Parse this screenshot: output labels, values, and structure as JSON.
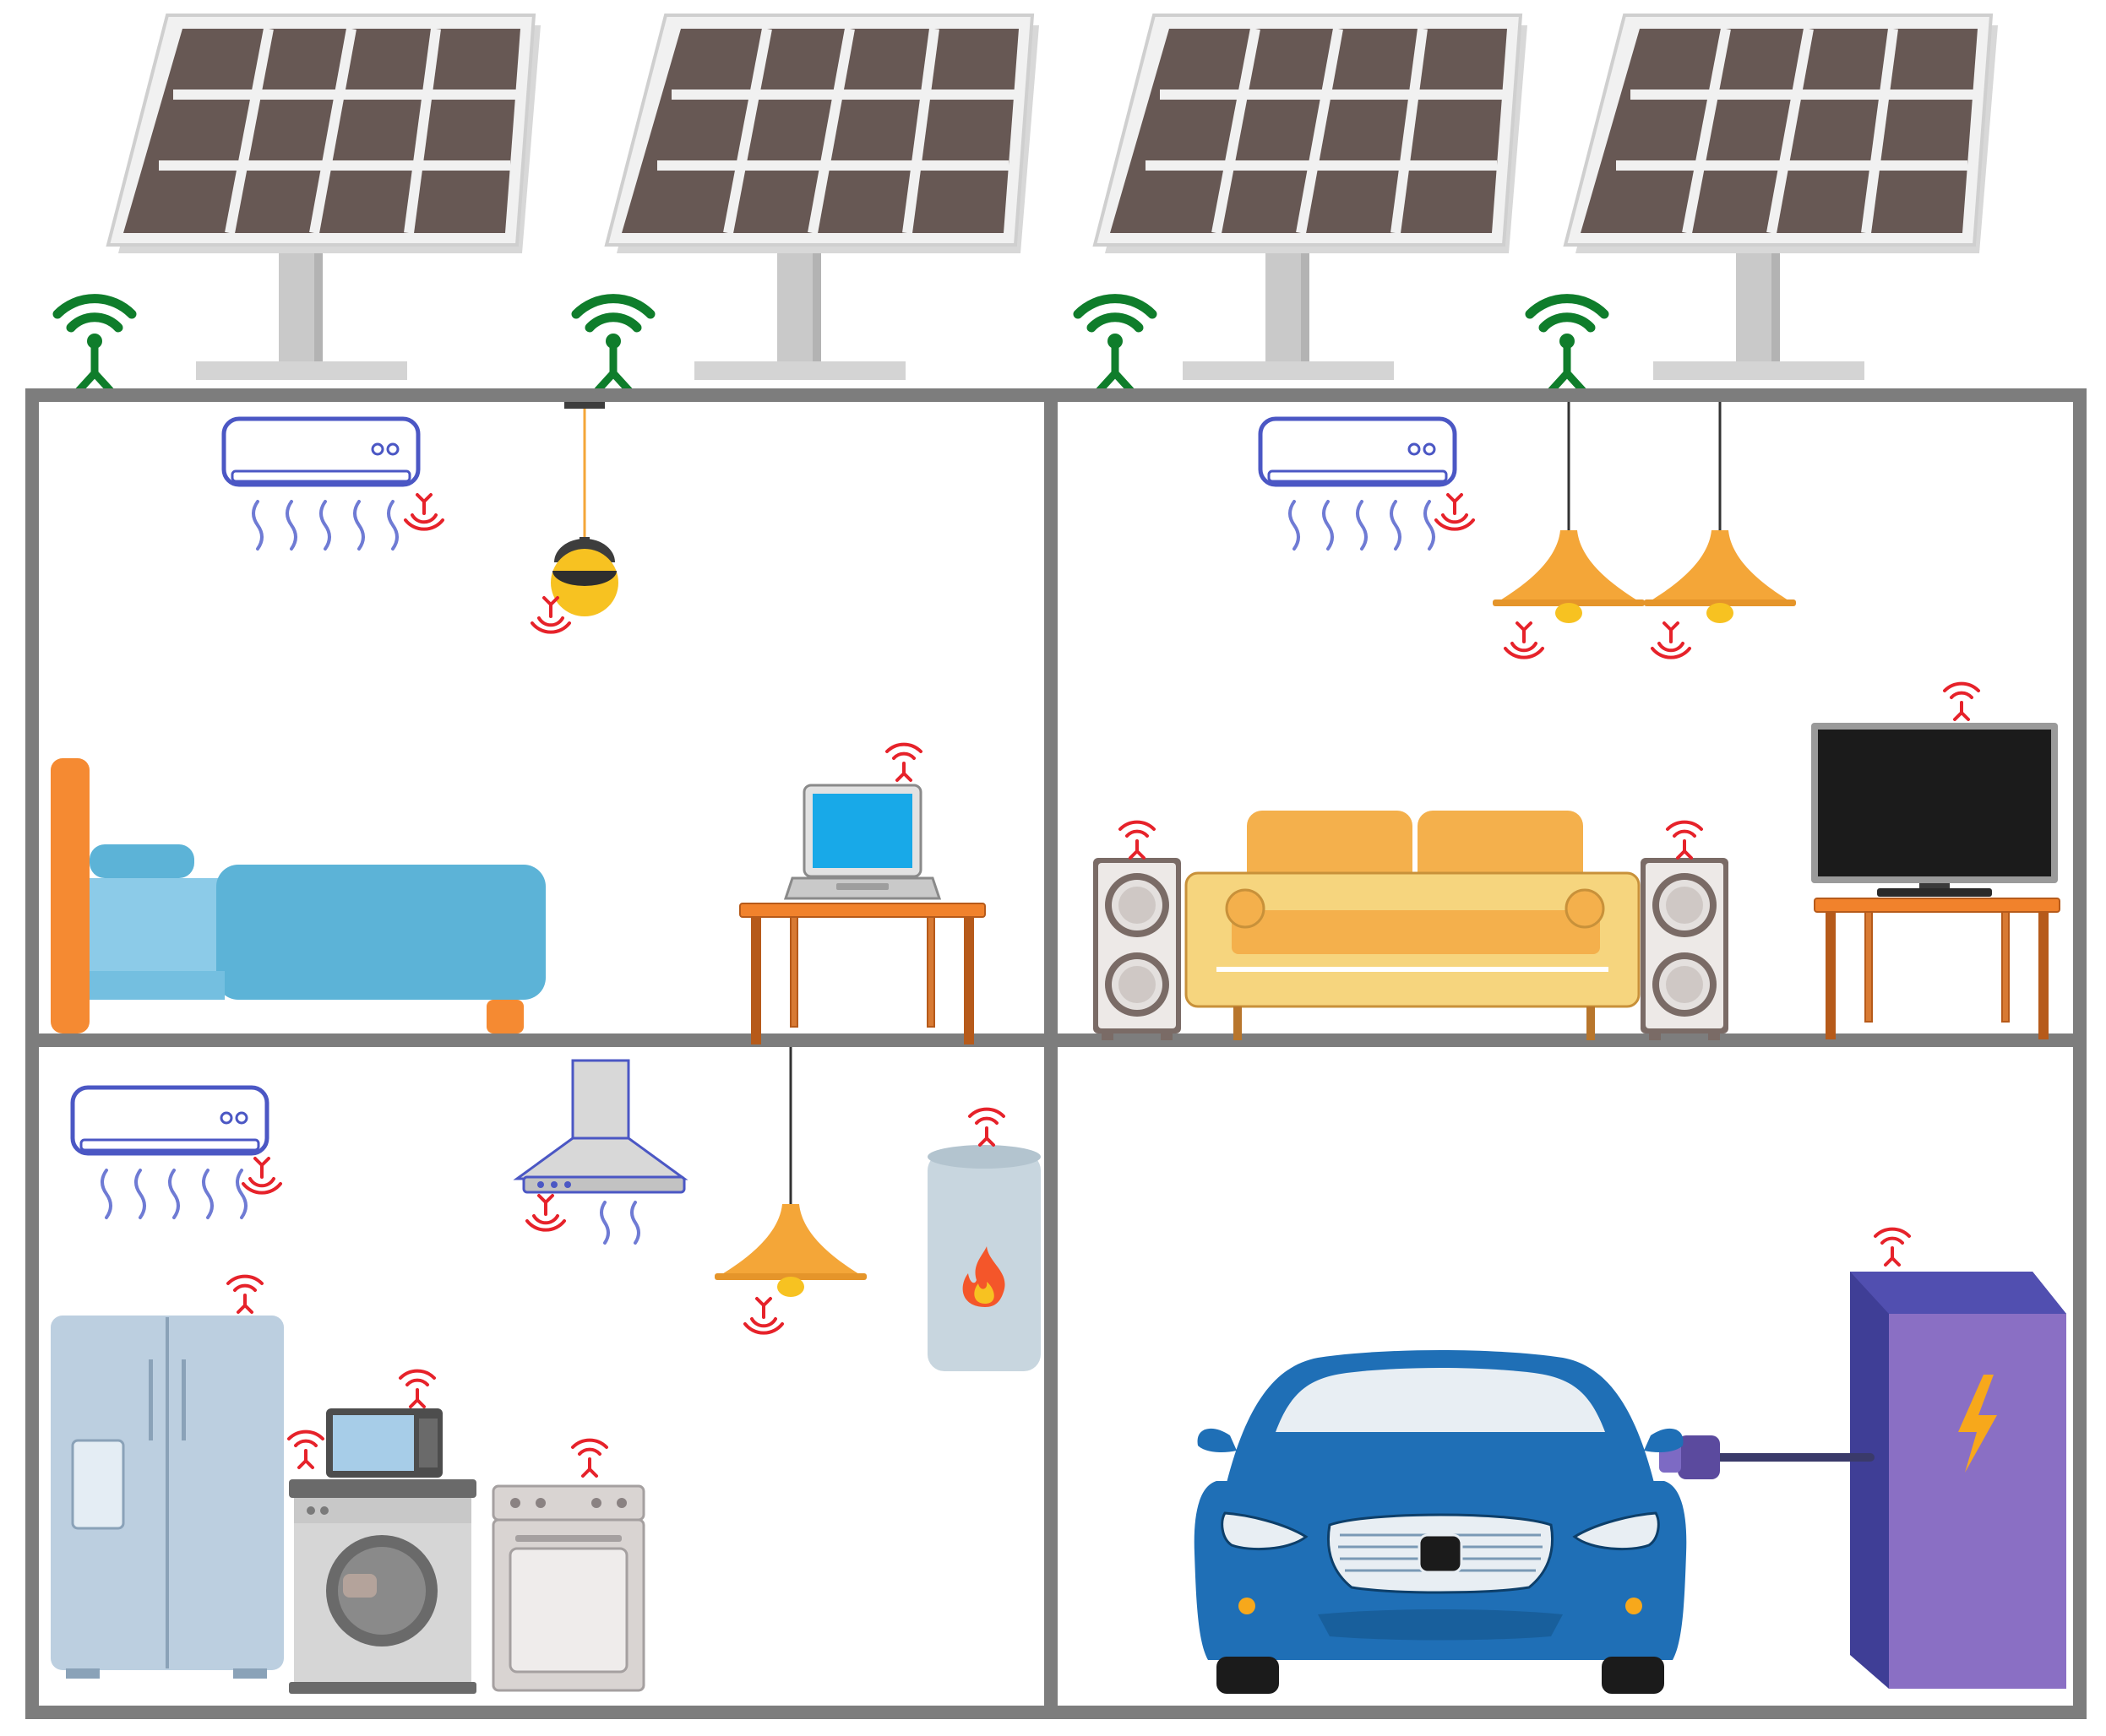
{
  "colors": {
    "background": "#ffffff",
    "wall": "#7d7d7d",
    "panel_cell": "#675854",
    "panel_frame": "#ececec",
    "panel_stand": "#c9c9c9",
    "antenna": "#0f7d2b",
    "sensor": "#e6222a",
    "ac_outline": "#4b57c4",
    "airflow": "#6f7bd4",
    "lamp_orange": "#f4a638",
    "bulb": "#f7c221",
    "bed_frame": "#f58a32",
    "bed_blue": "#5cb3d7",
    "pillow": "#8ccbe8",
    "laptop_screen": "#18a9e8",
    "table": "#f1822c",
    "sofa": "#f4b04c",
    "sofa_base": "#f6d57e",
    "speaker": "#7a6b66",
    "tv": "#1b1b1b",
    "fridge": "#bccfe0",
    "washer": "#d6d6d6",
    "microwave": "#a7cde8",
    "stove": "#d9d4d2",
    "heater": "#c8d6df",
    "flame": "#f4562a",
    "car": "#1f6fb6",
    "charger_front": "#8a6fc4",
    "charger_side": "#3f3e96",
    "bolt": "#f7a81b"
  },
  "icons": {
    "rooftop_gateway": "wifi-antenna-icon",
    "device_sensor": "wireless-sensor-icon",
    "water_heater_symbol": "flame-icon",
    "charger_symbol": "lightning-bolt-icon"
  },
  "solar_panels": 4,
  "rooftop_gateways": 4,
  "rooms": [
    {
      "id": "bedroom",
      "devices": [
        "air-conditioner",
        "pendant-bulb",
        "laptop"
      ],
      "furniture": [
        "bed",
        "side-table"
      ]
    },
    {
      "id": "living-room",
      "devices": [
        "air-conditioner",
        "pendant-lamp",
        "pendant-lamp",
        "speaker",
        "speaker",
        "television"
      ],
      "furniture": [
        "sofa",
        "tv-table"
      ]
    },
    {
      "id": "kitchen",
      "devices": [
        "air-conditioner",
        "range-hood",
        "pendant-lamp",
        "water-heater",
        "refrigerator",
        "microwave",
        "washing-machine",
        "stove"
      ],
      "furniture": []
    },
    {
      "id": "garage",
      "devices": [
        "electric-vehicle",
        "ev-charging-station"
      ],
      "furniture": []
    }
  ]
}
